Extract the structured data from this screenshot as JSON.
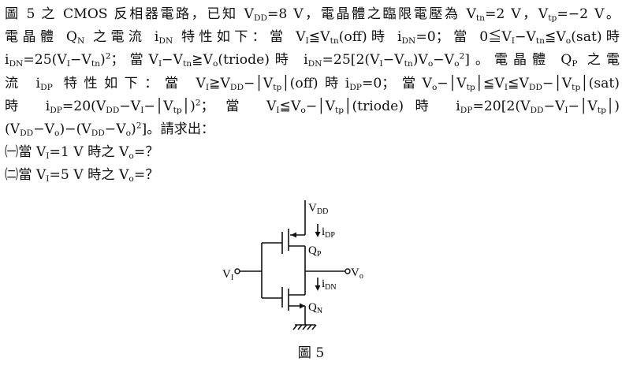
{
  "problem": {
    "lines": [
      "圖 5 之 CMOS 反相器電路，已知 V<sub>DD</sub>=8 V，電晶體之臨限電壓為 V<sub>tn</sub>=2 V，V<sub>tp</sub>=−2 V。",
      "電晶體 Q<sub>N</sub> 之電流 i<sub>DN</sub> 特性如下：當 V<sub>I</sub>≦V<sub>tn</sub>(off)時 i<sub>DN</sub>=0；當 0≦V<sub>I</sub>−V<sub>tn</sub>≦V<sub>o</sub>(sat)時",
      "i<sub>DN</sub>=25(V<sub>I</sub>−V<sub>tn</sub>)<sup>2</sup>；當V<sub>I</sub>−V<sub>tn</sub>≧V<sub>o</sub>(triode)時 i<sub>DN</sub>=25[2(V<sub>I</sub>−V<sub>tn</sub>)V<sub>o</sub>−V<sub>o</sub><sup>2</sup>]。電晶體 Q<sub>P</sub> 之電",
      "流 i<sub>DP</sub> 特性如下：當 V<sub>I</sub>≧V<sub>DD</sub>−│V<sub>tp</sub>│(off)時i<sub>DP</sub>=0；當V<sub>o</sub>−│V<sub>tp</sub>│≦V<sub>I</sub>≦V<sub>DD</sub>−│V<sub>tp</sub>│(sat)",
      "時 i<sub>DP</sub>=20(V<sub>DD</sub>−V<sub>I</sub>−│V<sub>tp</sub>│)<sup>2</sup>；當 V<sub>I</sub>≦V<sub>o</sub>−│V<sub>tp</sub>│(triode)時 i<sub>DP</sub>=20[2(V<sub>DD</sub>−V<sub>I</sub>−│V<sub>tp</sub>│)",
      "(V<sub>DD</sub>−V<sub>o</sub>)−(V<sub>DD</sub>−V<sub>o</sub>)<sup>2</sup>]。請求出：",
      "㈠當 V<sub>I</sub>=1 V 時之 V<sub>o</sub>=？",
      "㈡當 V<sub>I</sub>=5 V 時之 V<sub>o</sub>=？"
    ]
  },
  "figure": {
    "labels": {
      "vdd_main": "V",
      "vdd_sub": "DD",
      "idp_main": "i",
      "idp_sub": "DP",
      "qp_main": "Q",
      "qp_sub": "P",
      "vi_main": "V",
      "vi_sub": "I",
      "vo_main": "V",
      "vo_sub": "o",
      "idn_main": "i",
      "idn_sub": "DN",
      "qn_main": "Q",
      "qn_sub": "N"
    },
    "caption": "圖 5"
  }
}
